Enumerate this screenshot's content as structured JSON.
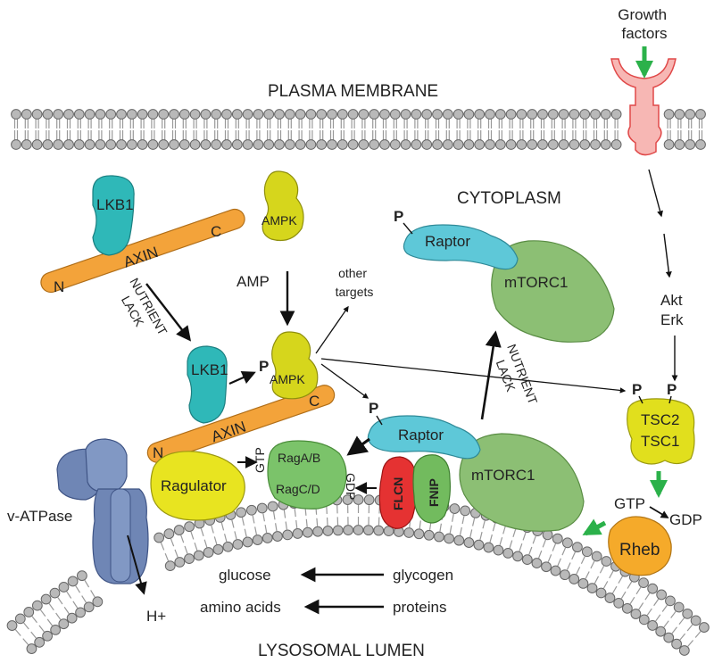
{
  "labels": {
    "growth_factors": [
      "Growth",
      "factors"
    ],
    "plasma_membrane": "PLASMA MEMBRANE",
    "cytoplasm": "CYTOPLASM",
    "lysosomal_lumen": "LYSOSOMAL LUMEN",
    "lkb1_top": "LKB1",
    "axin_top": "AXIN",
    "n_top": "N",
    "c_top": "C",
    "ampk_top": "AMPK",
    "amp": "AMP",
    "other_targets": [
      "other",
      "targets"
    ],
    "nutrient_lack_left": [
      "NUTRIENT",
      "LACK"
    ],
    "raptor_top": "Raptor",
    "p_raptor_top": "P",
    "mtorc1_top": "mTORC1",
    "akt": "Akt",
    "erk": "Erk",
    "lkb1_mid": "LKB1",
    "ampk_mid": "AMPK",
    "p_ampk": "P",
    "axin_mid": "AXIN",
    "n_mid": "N",
    "c_mid": "C",
    "nutrient_lack_right": [
      "NUTRIENT",
      "LACK"
    ],
    "p_tsc_left": "P",
    "p_tsc_right": "P",
    "tsc2": "TSC2",
    "tsc1": "TSC1",
    "p_raptor_low": "P",
    "raptor_low": "Raptor",
    "mtorc1_low": "mTORC1",
    "flcn": "FLCN",
    "fnip": "FNIP",
    "raga_b": "RagA/B",
    "ragc_d": "RagC/D",
    "gtp_rag": "GTP",
    "gdp_rag": "GDP",
    "ragulator": "Ragulator",
    "v_atpase": "v-ATPase",
    "h_plus": "H+",
    "gtp_rheb": "GTP",
    "gdp_rheb": "GDP",
    "rheb": "Rheb",
    "glucose": "glucose",
    "glycogen": "glycogen",
    "amino_acids": "amino acids",
    "proteins": "proteins"
  },
  "colors": {
    "lkb1": "#2fb8b8",
    "ampk": "#d6d61c",
    "axin": "#f3a33a",
    "raptor": "#5ec8d8",
    "mtorc1": "#8cbf74",
    "rag": "#7bc36a",
    "ragulator": "#e8e420",
    "tsc": "#e1df1d",
    "rheb": "#f5aa2a",
    "flcn": "#e53232",
    "fnip": "#72bb5e",
    "vatpase": "#6f86b5",
    "receptor": "#f7b7b4",
    "green_arrow": "#2bb14a",
    "lipid_head": "#b9b9b9"
  }
}
